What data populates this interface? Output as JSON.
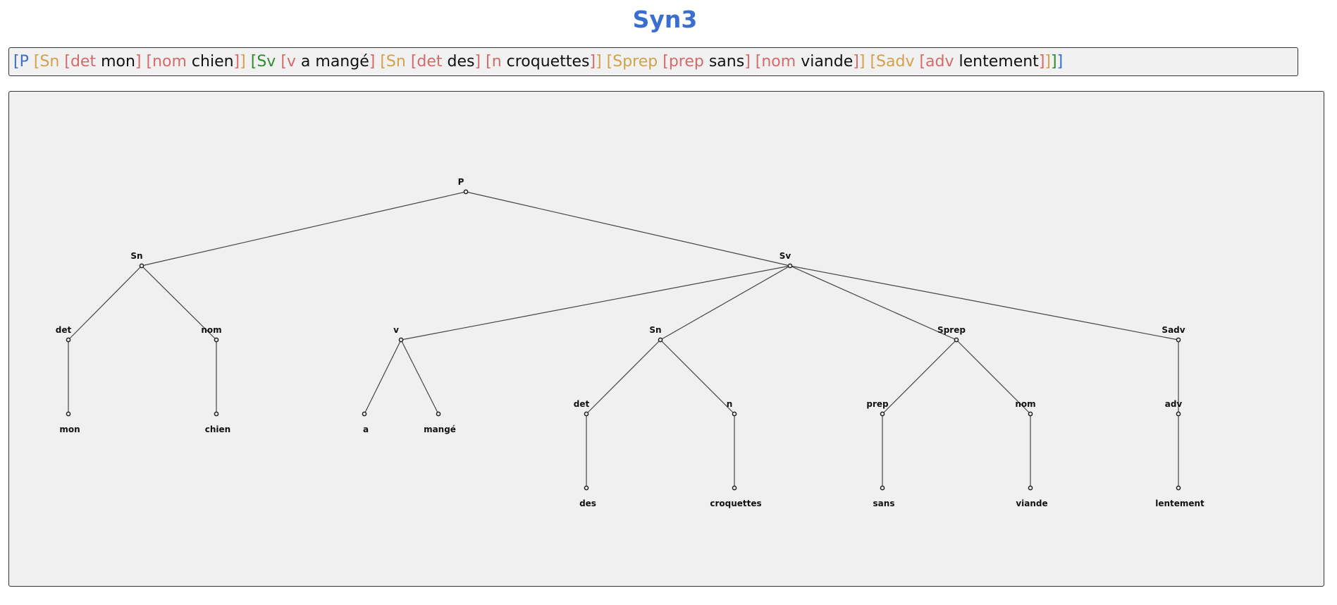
{
  "title": "Syn3",
  "colors": {
    "title": "#3a6fd0",
    "P": "#3a6fd0",
    "Sn": "#d4a04a",
    "Sv": "#2e8b2e",
    "Sprep": "#d4a04a",
    "Sadv": "#d4a04a",
    "cat": "#d46a6a",
    "word": "#111111"
  },
  "bracket_tokens": [
    {
      "t": "[P",
      "c": "P"
    },
    {
      "t": " ",
      "c": "word"
    },
    {
      "t": "[Sn",
      "c": "Sn"
    },
    {
      "t": " ",
      "c": "word"
    },
    {
      "t": "[det",
      "c": "cat"
    },
    {
      "t": " mon",
      "c": "word"
    },
    {
      "t": "]",
      "c": "cat"
    },
    {
      "t": " ",
      "c": "word"
    },
    {
      "t": "[nom",
      "c": "cat"
    },
    {
      "t": " chien",
      "c": "word"
    },
    {
      "t": "]",
      "c": "cat"
    },
    {
      "t": "]",
      "c": "Sn"
    },
    {
      "t": " ",
      "c": "word"
    },
    {
      "t": "[Sv",
      "c": "Sv"
    },
    {
      "t": " ",
      "c": "word"
    },
    {
      "t": "[v",
      "c": "cat"
    },
    {
      "t": " a mangé",
      "c": "word"
    },
    {
      "t": "]",
      "c": "cat"
    },
    {
      "t": " ",
      "c": "word"
    },
    {
      "t": "[Sn",
      "c": "Sn"
    },
    {
      "t": " ",
      "c": "word"
    },
    {
      "t": "[det",
      "c": "cat"
    },
    {
      "t": " des",
      "c": "word"
    },
    {
      "t": "]",
      "c": "cat"
    },
    {
      "t": " ",
      "c": "word"
    },
    {
      "t": "[n",
      "c": "cat"
    },
    {
      "t": " croquettes",
      "c": "word"
    },
    {
      "t": "]",
      "c": "cat"
    },
    {
      "t": "]",
      "c": "Sn"
    },
    {
      "t": " ",
      "c": "word"
    },
    {
      "t": "[Sprep",
      "c": "Sprep"
    },
    {
      "t": " ",
      "c": "word"
    },
    {
      "t": "[prep",
      "c": "cat"
    },
    {
      "t": " sans",
      "c": "word"
    },
    {
      "t": "]",
      "c": "cat"
    },
    {
      "t": " ",
      "c": "word"
    },
    {
      "t": "[nom",
      "c": "cat"
    },
    {
      "t": " viande",
      "c": "word"
    },
    {
      "t": "]",
      "c": "cat"
    },
    {
      "t": "]",
      "c": "Sprep"
    },
    {
      "t": " ",
      "c": "word"
    },
    {
      "t": "[Sadv",
      "c": "Sadv"
    },
    {
      "t": " ",
      "c": "word"
    },
    {
      "t": "[adv",
      "c": "cat"
    },
    {
      "t": " lentement",
      "c": "word"
    },
    {
      "t": "]",
      "c": "cat"
    },
    {
      "t": "]",
      "c": "Sadv"
    },
    {
      "t": "]",
      "c": "Sv"
    },
    {
      "t": "]",
      "c": "P"
    }
  ],
  "tree": {
    "label": "P",
    "children": [
      {
        "label": "Sn",
        "children": [
          {
            "label": "det",
            "children": [
              {
                "label": "mon"
              }
            ]
          },
          {
            "label": "nom",
            "children": [
              {
                "label": "chien"
              }
            ]
          }
        ]
      },
      {
        "label": "Sv",
        "children": [
          {
            "label": "v",
            "children": [
              {
                "label": "a"
              },
              {
                "label": "mangé"
              }
            ]
          },
          {
            "label": "Sn",
            "children": [
              {
                "label": "det",
                "children": [
                  {
                    "label": "des"
                  }
                ]
              },
              {
                "label": "n",
                "children": [
                  {
                    "label": "croquettes"
                  }
                ]
              }
            ]
          },
          {
            "label": "Sprep",
            "children": [
              {
                "label": "prep",
                "children": [
                  {
                    "label": "sans"
                  }
                ]
              },
              {
                "label": "nom",
                "children": [
                  {
                    "label": "viande"
                  }
                ]
              }
            ]
          },
          {
            "label": "Sadv",
            "children": [
              {
                "label": "adv",
                "children": [
                  {
                    "label": "lentement"
                  }
                ]
              }
            ]
          }
        ]
      }
    ]
  }
}
